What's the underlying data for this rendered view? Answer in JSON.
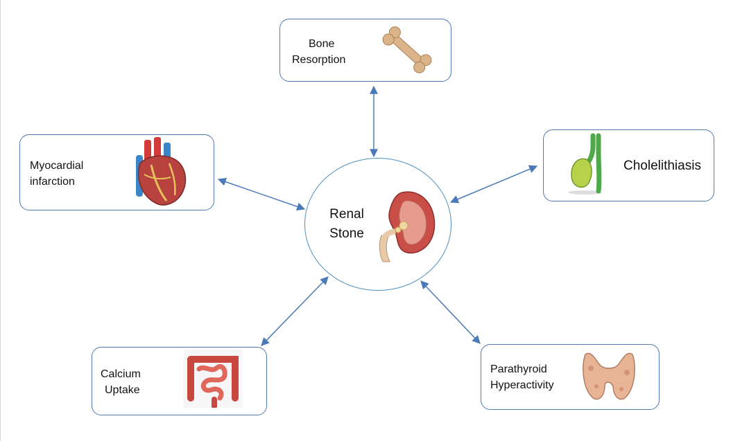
{
  "center": {
    "line1": "Renal",
    "line2": "Stone",
    "icon": "kidney-icon"
  },
  "nodes": {
    "bone": {
      "line1": "Bone",
      "line2": "Resorption",
      "icon": "bone-icon"
    },
    "myocardial": {
      "line1": "Myocardial",
      "line2": "infarction",
      "icon": "heart-icon"
    },
    "cholelithiasis": {
      "line1": "Cholelithiasis",
      "icon": "gallbladder-icon"
    },
    "calcium": {
      "line1": "Calcium",
      "line2": "Uptake",
      "icon": "intestine-icon"
    },
    "parathyroid": {
      "line1": "Parathyroid",
      "line2": "Hyperactivity",
      "icon": "thyroid-icon"
    }
  },
  "colors": {
    "box_border": "#4f79b0",
    "arrow": "#4a7ab8",
    "circle": "#4f8fc2"
  }
}
